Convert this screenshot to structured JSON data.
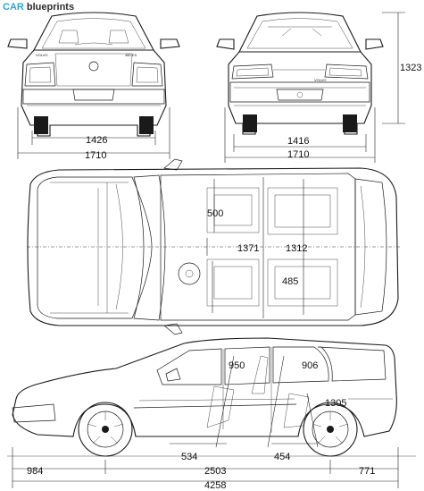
{
  "brand": {
    "part1": "CAR",
    "part2": " blueprints",
    "color_primary": "#2aa7d9",
    "color_secondary": "#2b2b2b"
  },
  "rear_view": {
    "badge_left": "VOLVO",
    "badge_right": "480 ES"
  },
  "front_view": {
    "badge": "VOLVO"
  },
  "dimensions": {
    "rear_track": "1426",
    "rear_width": "1710",
    "front_track": "1416",
    "front_width": "1710",
    "height": "1323",
    "seat_depth": "500",
    "front_interior_width": "1371",
    "rear_interior_width": "1312",
    "rear_seat_depth": "485",
    "front_headroom": "950",
    "rear_headroom": "906",
    "cargo_length": "1305",
    "seat_offset_front": "534",
    "seat_offset_rear": "454",
    "front_overhang": "984",
    "wheelbase": "2503",
    "rear_overhang": "771",
    "overall_length": "4258"
  }
}
